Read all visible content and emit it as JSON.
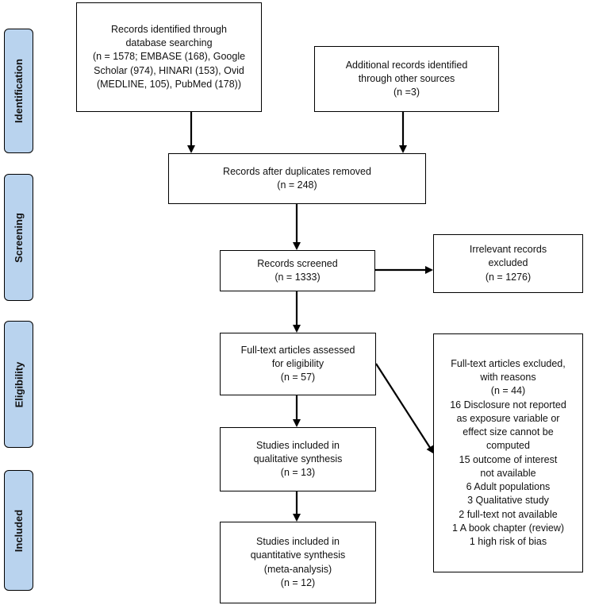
{
  "stages": [
    {
      "id": "identification",
      "label": "Identification"
    },
    {
      "id": "screening",
      "label": "Screening"
    },
    {
      "id": "eligibility",
      "label": "Eligibility"
    },
    {
      "id": "included",
      "label": "Included"
    }
  ],
  "boxes": {
    "database_search": {
      "lines": [
        "Records identified through",
        "database searching",
        "(n = 1578; EMBASE (168), Google",
        "Scholar (974), HINARI (153), Ovid",
        "(MEDLINE, 105), PubMed (178))"
      ]
    },
    "other_sources": {
      "lines": [
        "Additional records identified",
        "through other sources",
        "(n =3)"
      ]
    },
    "duplicates_removed": {
      "lines": [
        "Records after duplicates removed",
        "(n = 248)"
      ]
    },
    "records_screened": {
      "lines": [
        "Records screened",
        "(n = 1333)"
      ]
    },
    "irrelevant_excluded": {
      "lines": [
        "Irrelevant records",
        "excluded",
        "(n = 1276)"
      ]
    },
    "fulltext_assessed": {
      "lines": [
        "Full-text articles assessed",
        "for eligibility",
        "(n = 57)"
      ]
    },
    "fulltext_excluded": {
      "lines": [
        "Full-text articles excluded,",
        "with reasons",
        "(n = 44)",
        "16 Disclosure not reported",
        "as exposure variable or",
        "effect size cannot be",
        "computed",
        "15 outcome of interest",
        "not available",
        "6 Adult populations",
        "3 Qualitative study",
        "2 full-text not available",
        "1 A book chapter (review)",
        "1 high risk of bias"
      ]
    },
    "qualitative_synthesis": {
      "lines": [
        "Studies included in",
        "qualitative synthesis",
        "(n = 13)"
      ]
    },
    "quantitative_synthesis": {
      "lines": [
        "Studies included in",
        "quantitative synthesis",
        "(meta-analysis)",
        "(n = 12)"
      ]
    }
  },
  "colors": {
    "stage_fill": "#b9d3ee",
    "border": "#000000",
    "arrow": "#000000"
  }
}
